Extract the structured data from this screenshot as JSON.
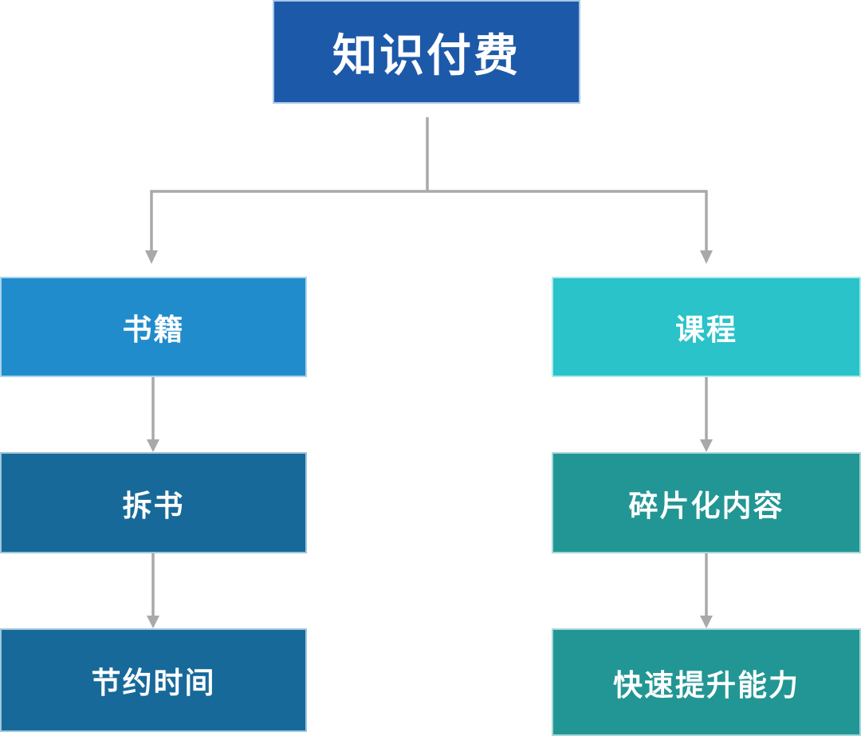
{
  "diagram": {
    "connector_color": "#A9A9A9",
    "root": {
      "label": "知识付费",
      "bg": "#1D59A9",
      "border": "#A9C6E8"
    },
    "left_branch": {
      "level1": {
        "label": "书籍",
        "bg": "#218CCB",
        "border": "#A9D4EE"
      },
      "level2": {
        "label": "拆书",
        "bg": "#17699A",
        "border": "#9FC6DD"
      },
      "level3": {
        "label": "节约时间",
        "bg": "#17699A",
        "border": "#9FC6DD"
      }
    },
    "right_branch": {
      "level1": {
        "label": "课程",
        "bg": "#29C3C9",
        "border": "#AEEAEC"
      },
      "level2": {
        "label": "碎片化内容",
        "bg": "#229694",
        "border": "#A4D8D7"
      },
      "level3": {
        "label": "快速提升能力",
        "bg": "#229694",
        "border": "#A4D8D7"
      }
    }
  }
}
